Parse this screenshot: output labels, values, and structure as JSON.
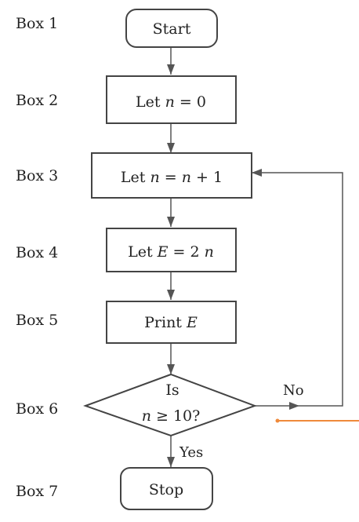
{
  "diagram": {
    "row_labels": [
      "Box 1",
      "Box 2",
      "Box 3",
      "Box 4",
      "Box 5",
      "Box 6",
      "Box 7"
    ],
    "nodes": {
      "start": "Start",
      "box2": {
        "prefix": "Let ",
        "var": "n",
        "suffix": " = 0"
      },
      "box3": {
        "prefix": "Let ",
        "var1": "n",
        "middle": " = ",
        "var2": "n",
        "suffix": " + 1"
      },
      "box4": {
        "prefix": "Let ",
        "var1": "E",
        "middle": " = 2",
        "var2": "n"
      },
      "box5": {
        "prefix": "Print ",
        "var": "E"
      },
      "decision": {
        "line1": "Is",
        "line2_var": "n",
        "line2_suffix": " ≥ 10?"
      },
      "stop": "Stop"
    },
    "edge_labels": {
      "no": "No",
      "yes": "Yes"
    },
    "colors": {
      "line": "#444444",
      "accent": "#ef8a3b",
      "text": "#232323"
    }
  }
}
